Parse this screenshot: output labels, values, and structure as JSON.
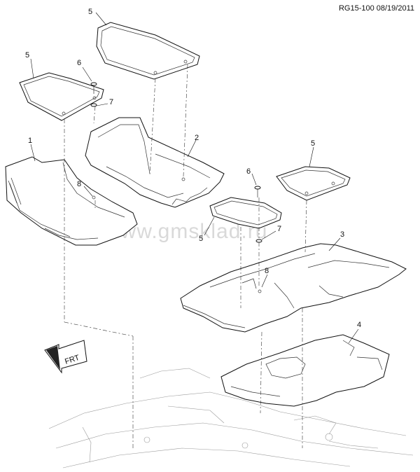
{
  "reference": "RG15-100 08/19/2011",
  "watermark": "www.gmsklad.ru",
  "fwd_label": "FRT",
  "callouts": {
    "c5_top": "5",
    "c5_left": "5",
    "c6_top": "6",
    "c7_top": "7",
    "c1": "1",
    "c2": "2",
    "c8_left": "8",
    "c5_right": "5",
    "c6_mid": "6",
    "c5_mid": "5",
    "c7_mid": "7",
    "c3": "3",
    "c8_right": "8",
    "c4": "4"
  }
}
